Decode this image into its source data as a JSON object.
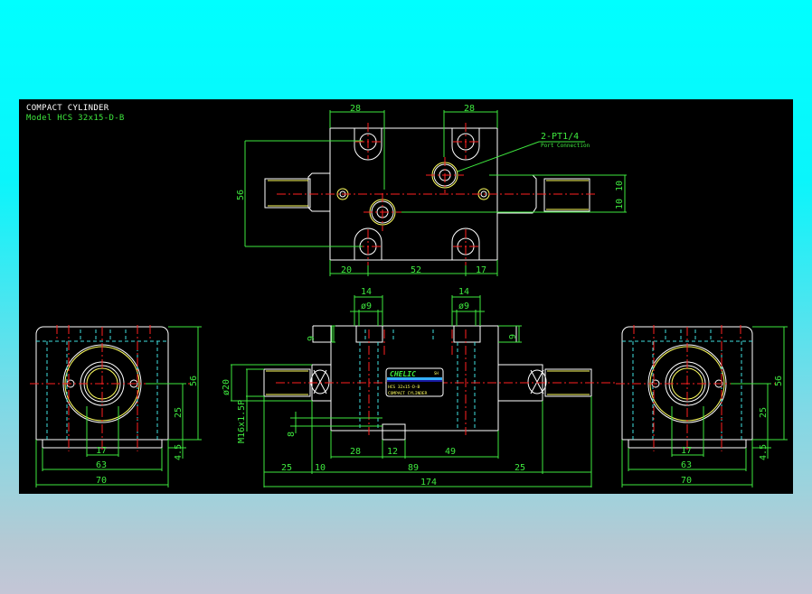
{
  "drawing": {
    "title": "COMPACT CYLINDER",
    "model": "Model  HCS 32x15-D-B",
    "colors": {
      "background_top": "#00ffff",
      "background_bottom": "#c4c6d6",
      "canvas": "#000000",
      "outline": "#ffffff",
      "dimension": "#3ee83e",
      "centerline": "#ff2020",
      "hidden": "#40e0e0",
      "thread": "#ffff60"
    }
  },
  "top_view": {
    "dim_top_left": "28",
    "dim_top_right": "28",
    "dim_height": "56",
    "dim_bottom_left": "20",
    "dim_bottom_mid": "52",
    "dim_bottom_right": "17",
    "dim_right_upper": "10",
    "dim_right_lower": "10",
    "port_label": "2-PT1/4",
    "port_sublabel": "Port Connection"
  },
  "left_view": {
    "dim_height": "56",
    "dim_center": "25",
    "dim_base": "4.5",
    "dim_bore": "17",
    "dim_inner_width": "63",
    "dim_width": "70"
  },
  "front_view": {
    "dim_slot_left": "14",
    "dim_slot_right": "14",
    "dim_hole_left": "ø9",
    "dim_hole_right": "ø9",
    "dim_depth_left": "9",
    "dim_depth_right": "9",
    "dim_rod_dia": "ø20",
    "dim_thread": "M16x1.5P",
    "dim_port": "8",
    "dim_28": "28",
    "dim_12": "12",
    "dim_49": "49",
    "dim_25_left": "25",
    "dim_10": "10",
    "dim_89": "89",
    "dim_25_right": "25",
    "dim_total": "174",
    "nameplate_brand": "CHELIC",
    "nameplate_badge": "SH",
    "nameplate_model": "HCS 32x15-D-B",
    "nameplate_desc": "COMPACT CYLINDER"
  },
  "right_view": {
    "dim_height": "56",
    "dim_center": "25",
    "dim_base": "4.5",
    "dim_bore": "17",
    "dim_inner_width": "63",
    "dim_width": "70"
  }
}
